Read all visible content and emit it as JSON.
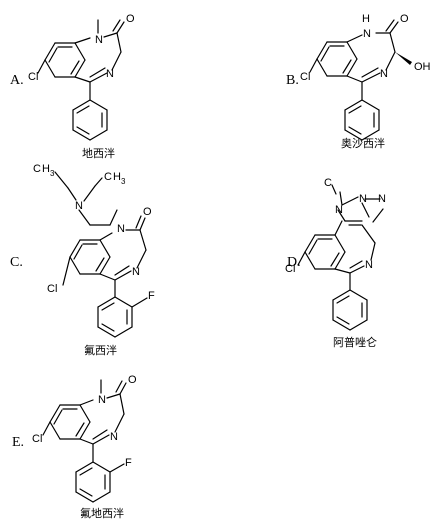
{
  "options": {
    "a": "A.",
    "b": "B.",
    "c": "C.",
    "d": "D.",
    "e": "E."
  },
  "captions": {
    "a": "地西泮",
    "b": "奥沙西泮",
    "c": "氟西泮",
    "d": "阿普唑仑",
    "e": "氟地西泮"
  },
  "atoms": {
    "N": "N",
    "O": "O",
    "Cl": "Cl",
    "F": "F",
    "H": "H",
    "OH": "OH",
    "CH": "CH",
    "C": "C",
    "three": "3"
  }
}
